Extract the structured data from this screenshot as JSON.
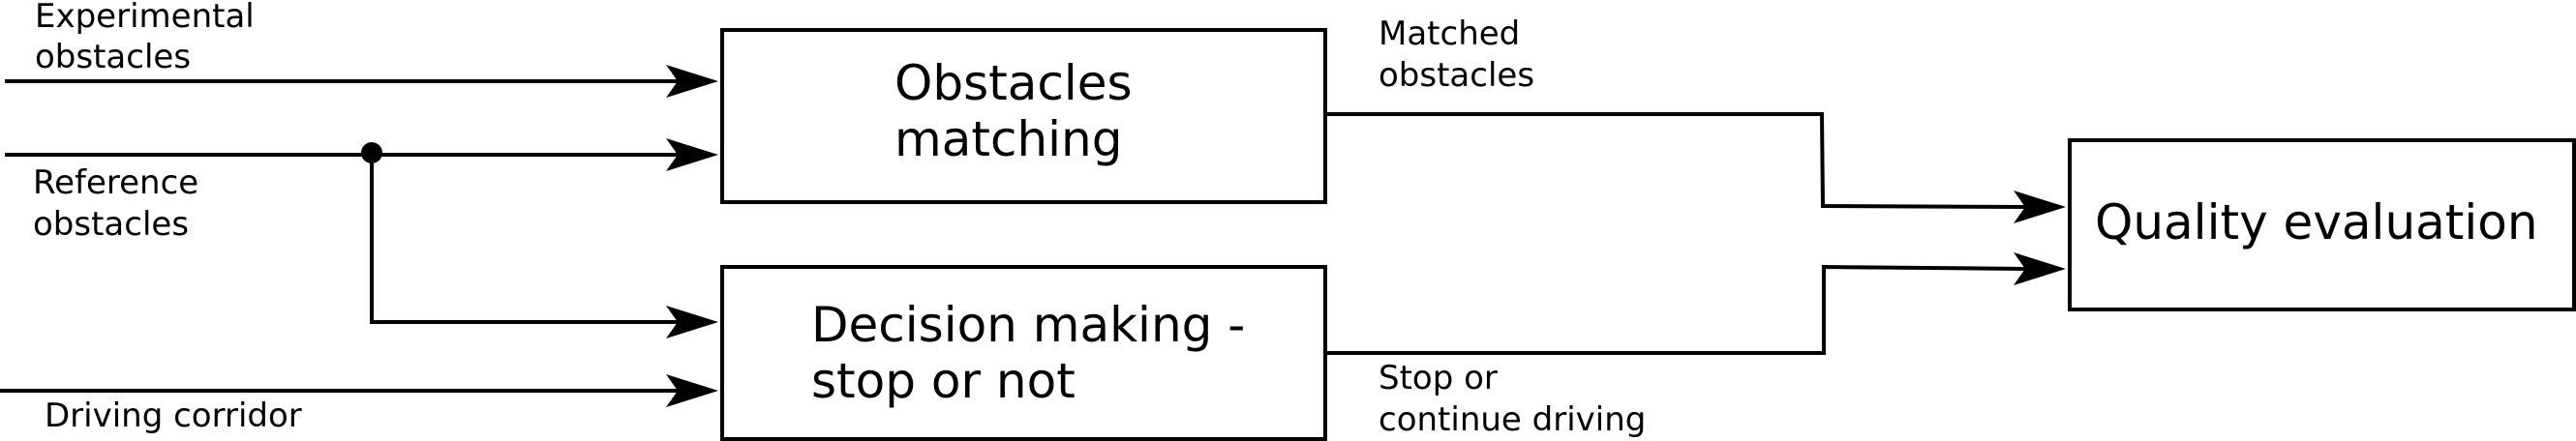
{
  "diagram": {
    "inputs": {
      "experimental_obstacles": [
        "Experimental",
        "obstacles"
      ],
      "reference_obstacles": [
        "Reference",
        "obstacles"
      ],
      "driving_corridor": [
        "Driving corridor"
      ]
    },
    "boxes": {
      "obstacles_matching": [
        "Obstacles",
        "matching"
      ],
      "decision_making": [
        "Decision making -",
        "stop or not"
      ],
      "quality_evaluation": [
        "Quality evaluation"
      ]
    },
    "outputs": {
      "matched_obstacles": [
        "Matched",
        "obstacles"
      ],
      "stop_or_continue": [
        "Stop or",
        "continue driving"
      ]
    }
  }
}
